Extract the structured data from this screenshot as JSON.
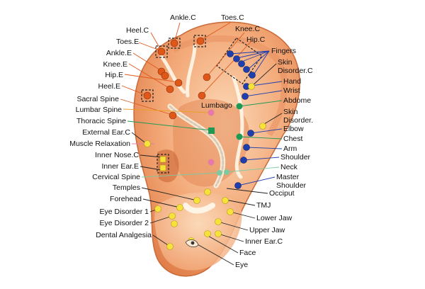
{
  "diagram": {
    "top_labels": [
      "Ankle.C",
      "Toes.C",
      "Heel.C",
      "Knee.C",
      "Toes.E",
      "Hip.C"
    ],
    "left_labels": [
      "Ankle.E",
      "Knee.E",
      "Hip.E",
      "Heel.E",
      "Sacral Spine",
      "Lumbar Spine",
      "Thoracic Spine",
      "External Ear.C",
      "Muscle Relaxation",
      "Inner Nose.C",
      "Inner Ear.E",
      "Cervical Spine",
      "Temples",
      "Forehead",
      "Eye Disorder 1",
      "Eye Disorder 2",
      "Dental Analgesia"
    ],
    "right_labels": [
      "Fingers",
      "Skin Disorder.C",
      "Hand",
      "Wrist",
      "Abdome",
      "Skin Disorder.",
      "Elbow",
      "Chest",
      "Arm",
      "Shoulder",
      "Neck",
      "Master Shoulder",
      "Occiput",
      "TMJ",
      "Lower Jaw",
      "Upper Jaw",
      "Inner Ear.C",
      "Face",
      "Eye"
    ],
    "center_labels": [
      "Lumbago"
    ],
    "colors": {
      "skin": "#f0a070",
      "skin_light": "#f8cfa8",
      "skin_dark": "#d9733e",
      "orange_point": "#e0571a",
      "blue_point": "#1f3fae",
      "yellow_point": "#f6e23a",
      "green_point": "#1f9a55",
      "pink_point": "#e87aa8",
      "line_orange": "#e0571a",
      "line_blue": "#1f3fae",
      "line_green": "#1f9a55",
      "line_dark": "#222222"
    }
  }
}
